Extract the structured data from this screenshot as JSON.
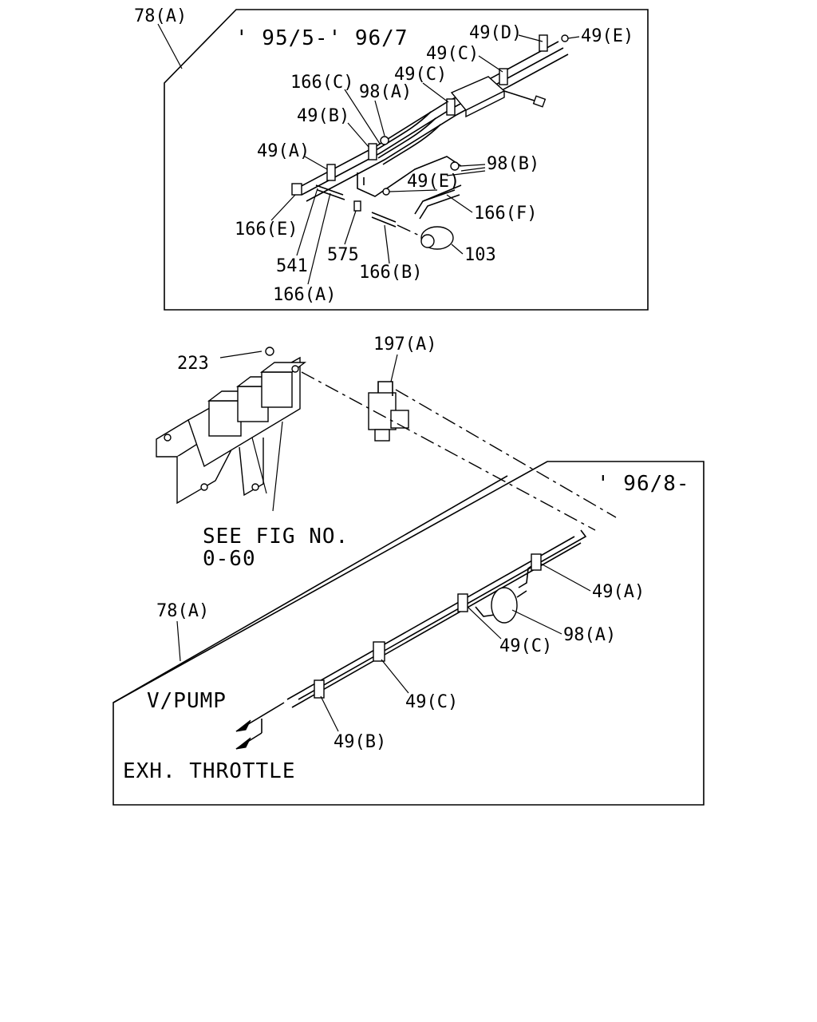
{
  "upper_panel": {
    "date_range": "' 95/5-' 96/7",
    "ref_label": "78(A)",
    "labels": {
      "l_49d": "49(D)",
      "l_49e_top": "49(E)",
      "l_49c_a": "49(C)",
      "l_49c_b": "49(C)",
      "l_166c": "166(C)",
      "l_98a": "98(A)",
      "l_49b": "49(B)",
      "l_49a": "49(A)",
      "l_98b": "98(B)",
      "l_49e_mid": "49(E)",
      "l_166f": "166(F)",
      "l_166e": "166(E)",
      "l_541": "541",
      "l_575": "575",
      "l_103": "103",
      "l_166b": "166(B)",
      "l_166a": "166(A)"
    }
  },
  "middle": {
    "l_223": "223",
    "l_197a": "197(A)",
    "see_fig_line1": "SEE FIG NO.",
    "see_fig_line2": "0-60"
  },
  "lower_panel": {
    "date_range": "' 96/8-",
    "ref_label": "78(A)",
    "labels": {
      "l_49a": "49(A)",
      "l_98a": "98(A)",
      "l_49c_a": "49(C)",
      "l_49c_b": "49(C)",
      "l_49b": "49(B)"
    },
    "vpump": "V/PUMP",
    "exh_throttle": "EXH. THROTTLE"
  }
}
